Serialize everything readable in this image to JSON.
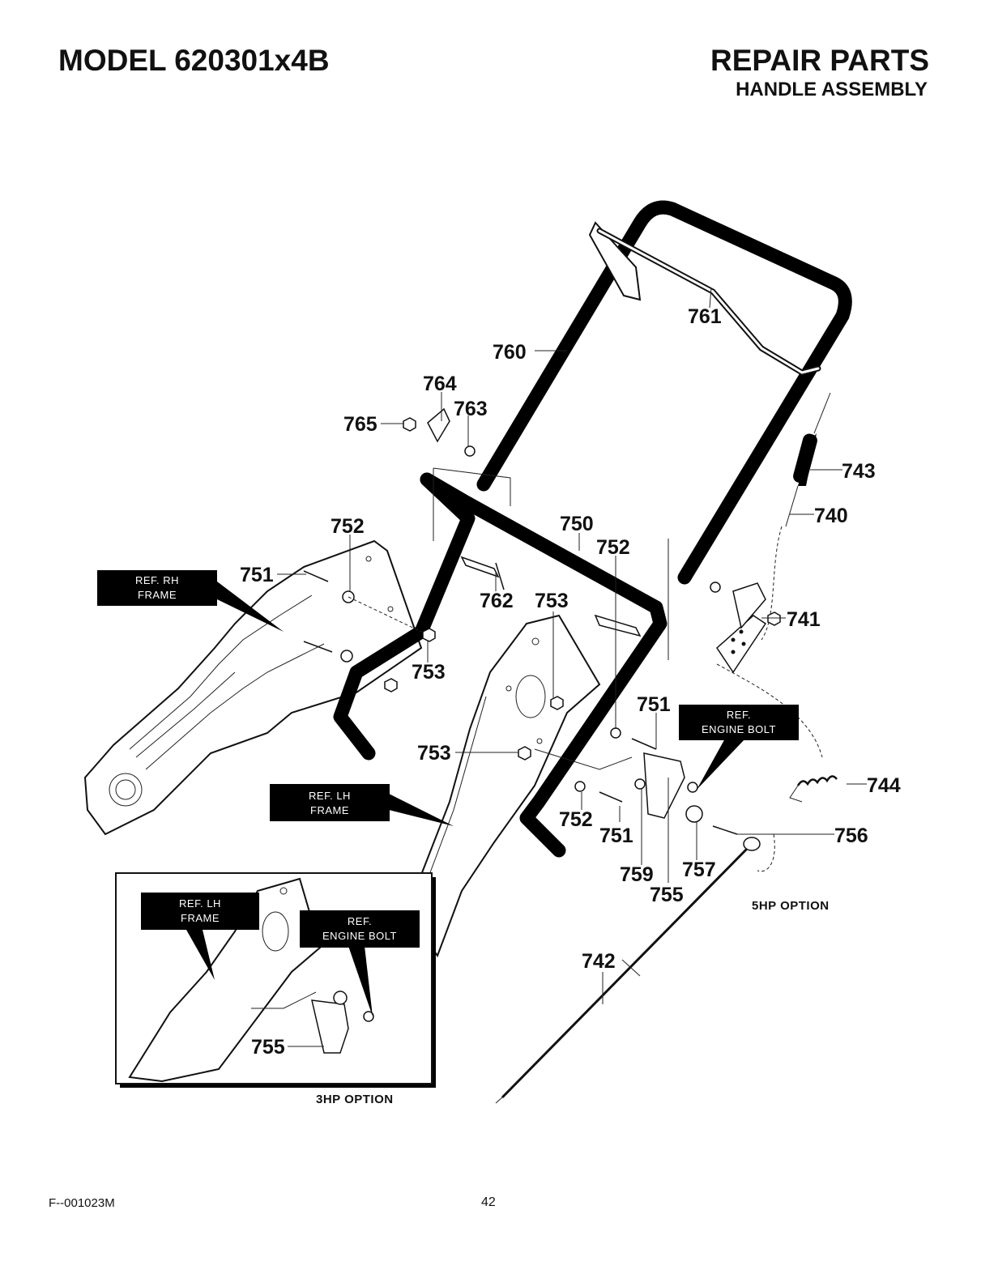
{
  "header": {
    "model": "MODEL 620301x4B",
    "repair": "REPAIR PARTS",
    "section": "HANDLE ASSEMBLY"
  },
  "footer": {
    "code": "F--001023M",
    "page": "42"
  },
  "callouts": {
    "p760": "760",
    "p761": "761",
    "p764": "764",
    "p763": "763",
    "p765": "765",
    "p743": "743",
    "p740": "740",
    "p752a": "752",
    "p751a": "751",
    "p750": "750",
    "p752b": "752",
    "p762": "762",
    "p753a": "753",
    "p753b": "753",
    "p741": "741",
    "p751b": "751",
    "p753c": "753",
    "p744": "744",
    "p752c": "752",
    "p751c": "751",
    "p759": "759",
    "p757": "757",
    "p755a": "755",
    "p756": "756",
    "p742": "742",
    "p755b": "755"
  },
  "refs": {
    "rh_frame": [
      "REF. RH",
      "FRAME"
    ],
    "lh_frame": [
      "REF. LH",
      "FRAME"
    ],
    "engine_bolt": [
      "REF.",
      "ENGINE BOLT"
    ],
    "inset_lh_frame": [
      "REF. LH",
      "FRAME"
    ],
    "inset_engine_bolt": [
      "REF.",
      "ENGINE BOLT"
    ]
  },
  "options": {
    "five_hp": "5HP OPTION",
    "three_hp": "3HP OPTION"
  }
}
